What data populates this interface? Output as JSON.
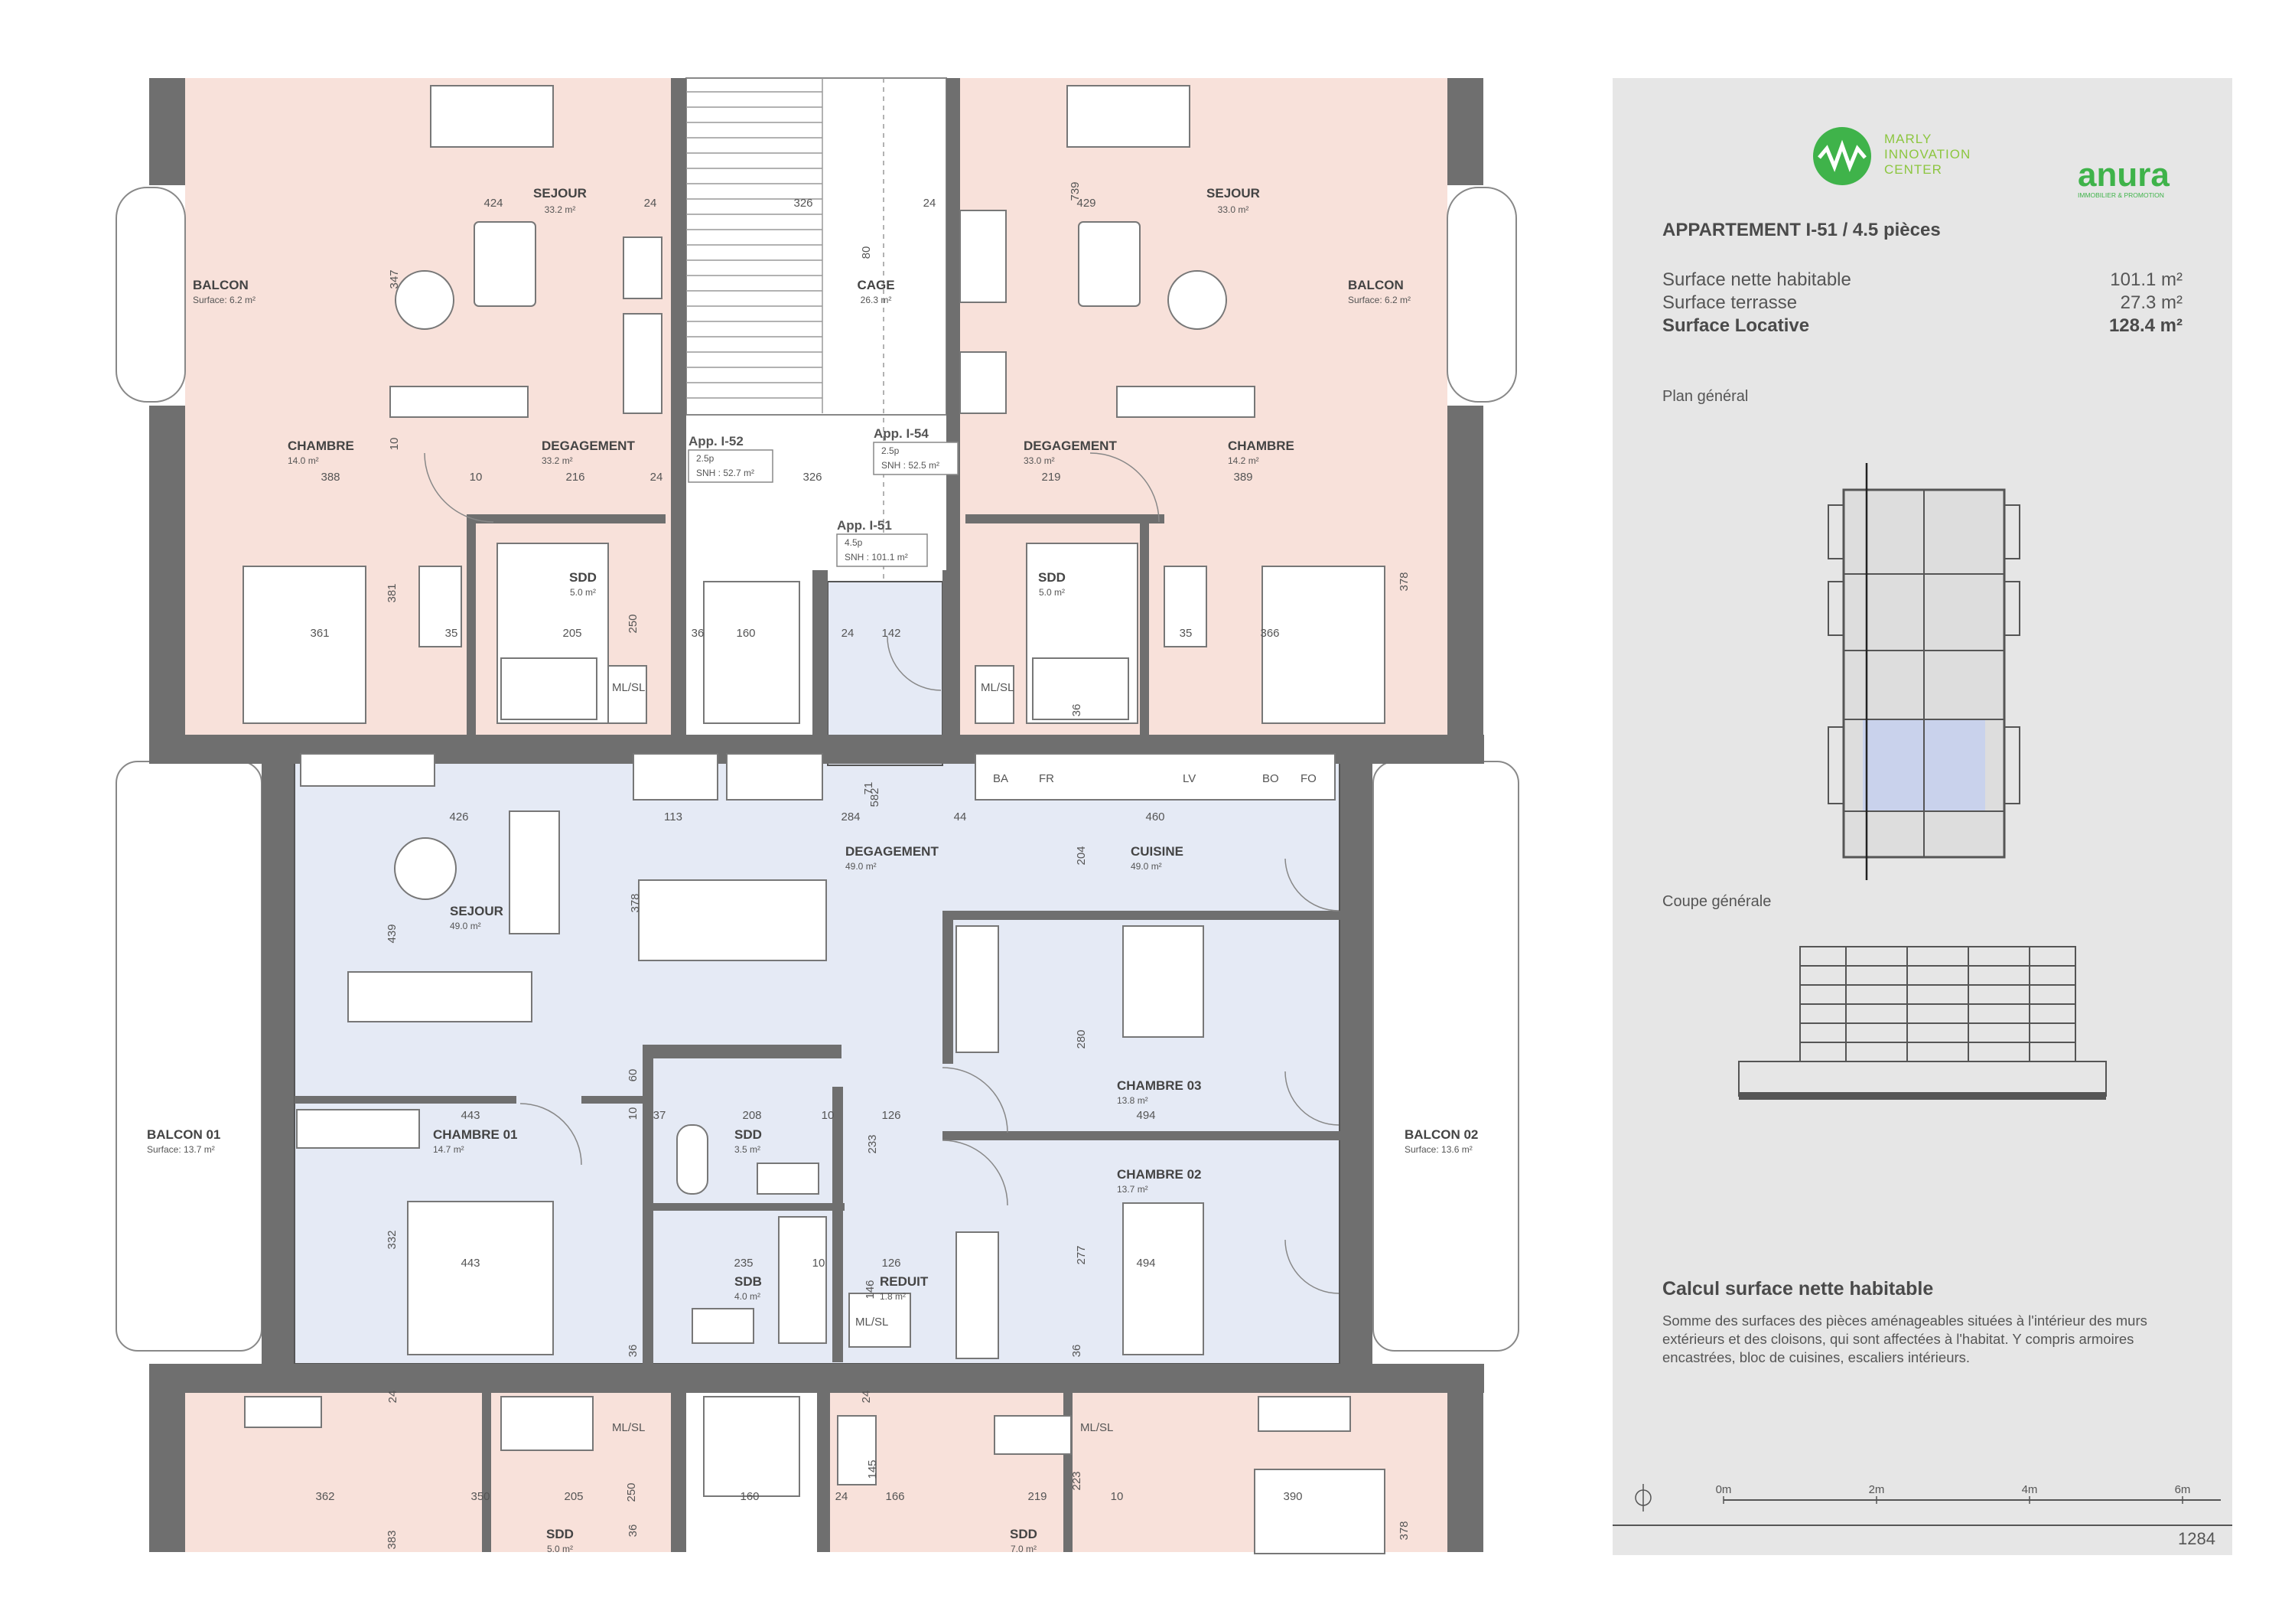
{
  "apartment": {
    "title": "APPARTEMENT I-51  / 4.5 pièces",
    "surfaces": [
      {
        "label": "Surface nette habitable",
        "value": "101.1 m²"
      },
      {
        "label": "Surface terrasse",
        "value": "27.3 m²"
      },
      {
        "label": "Surface Locative",
        "value": "128.4 m²"
      }
    ]
  },
  "logos": {
    "marly_lines": [
      "MARLY",
      "INNOVATION",
      "CENTER"
    ],
    "anura": "anura",
    "anura_sub": "IMMOBILIER & PROMOTION"
  },
  "sections": {
    "plan": "Plan général",
    "coupe": "Coupe générale"
  },
  "calc": {
    "title": "Calcul surface nette habitable",
    "text": "Somme des surfaces des pièces aménageables situées à l'intérieur des murs extérieurs et des cloisons, qui sont affectées à l'habitat. Y compris armoires encastrées, bloc de cuisines, escaliers intérieurs."
  },
  "scale": [
    "0m",
    "2m",
    "4m",
    "6m"
  ],
  "page_number": "1284",
  "tags": {
    "i52": {
      "name": "App. I-52",
      "pieces": "2.5p",
      "snh": "SNH : 52.7 m²"
    },
    "i54": {
      "name": "App. I-54",
      "pieces": "2.5p",
      "snh": "SNH : 52.5 m²"
    },
    "i51": {
      "name": "App. I-51",
      "pieces": "4.5p",
      "snh": "SNH : 101.1 m²"
    }
  },
  "rooms": {
    "sejour_tl": {
      "name": "SEJOUR",
      "area": "33.2 m²"
    },
    "sejour_tr": {
      "name": "SEJOUR",
      "area": "33.0 m²"
    },
    "balcon_tl": {
      "name": "BALCON",
      "area": "Surface: 6.2 m²"
    },
    "balcon_tr": {
      "name": "BALCON",
      "area": "Surface: 6.2 m²"
    },
    "cage": {
      "name": "CAGE",
      "area": "26.3 m²"
    },
    "chambre_tl": {
      "name": "CHAMBRE",
      "area": "14.0 m²"
    },
    "chambre_tr": {
      "name": "CHAMBRE",
      "area": "14.2 m²"
    },
    "deg_tl": {
      "name": "DEGAGEMENT",
      "area": "33.2 m²"
    },
    "deg_tr": {
      "name": "DEGAGEMENT",
      "area": "33.0 m²"
    },
    "sdd_tl": {
      "name": "SDD",
      "area": "5.0 m²"
    },
    "sdd_tr": {
      "name": "SDD",
      "area": "5.0 m²"
    },
    "sejour": {
      "name": "SEJOUR",
      "area": "49.0 m²"
    },
    "degagement": {
      "name": "DEGAGEMENT",
      "area": "49.0 m²"
    },
    "cuisine": {
      "name": "CUISINE",
      "area": "49.0 m²"
    },
    "chambre03": {
      "name": "CHAMBRE 03",
      "area": "13.8 m²"
    },
    "chambre01": {
      "name": "CHAMBRE 01",
      "area": "14.7 m²"
    },
    "chambre02": {
      "name": "CHAMBRE 02",
      "area": "13.7 m²"
    },
    "sdd": {
      "name": "SDD",
      "area": "3.5 m²"
    },
    "sdb": {
      "name": "SDB",
      "area": "4.0 m²"
    },
    "reduit": {
      "name": "REDUIT",
      "area": "1.8 m²"
    },
    "balcon01": {
      "name": "BALCON 01",
      "area": "Surface: 13.7 m²"
    },
    "balcon02": {
      "name": "BALCON 02",
      "area": "Surface: 13.6 m²"
    },
    "sdd_bl": {
      "name": "SDD",
      "area": "5.0 m²"
    },
    "sdd_br": {
      "name": "SDD",
      "area": "7.0 m²"
    }
  },
  "fixtures": {
    "ba": "BA",
    "fr": "FR",
    "lv": "LV",
    "bo": "BO",
    "fo": "FO",
    "mlsl": "ML/SL"
  },
  "dims": [
    "424",
    "24",
    "326",
    "24",
    "739",
    "429",
    "80",
    "347",
    "10",
    "388",
    "216",
    "24",
    "326",
    "219",
    "389",
    "10",
    "361",
    "381",
    "35",
    "205",
    "250",
    "36",
    "160",
    "24",
    "142",
    "366",
    "35",
    "378",
    "36",
    "426",
    "113",
    "284",
    "44",
    "460",
    "582",
    "204",
    "439",
    "378",
    "280",
    "443",
    "37",
    "208",
    "10",
    "126",
    "494",
    "60",
    "10",
    "233",
    "332",
    "443",
    "235",
    "10",
    "126",
    "494",
    "277",
    "146",
    "36",
    "36",
    "362",
    "350",
    "205",
    "250",
    "36",
    "160",
    "24",
    "166",
    "219",
    "10",
    "390",
    "145",
    "223",
    "383",
    "378",
    "24",
    "24",
    "71"
  ]
}
